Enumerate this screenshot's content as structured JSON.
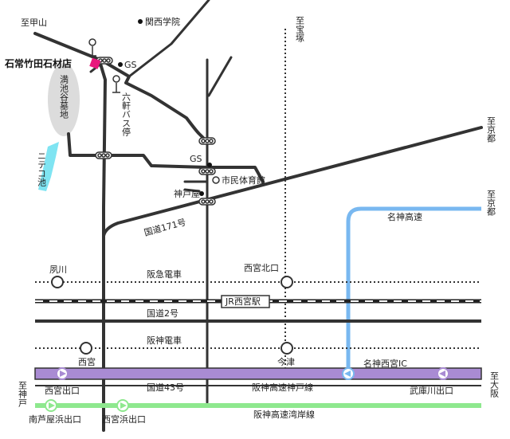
{
  "labels": {
    "to_koyasan": "至甲山",
    "kwansei": "関西学院",
    "to_takarazuka": "至宝塚",
    "shop": "石常竹田石材店",
    "gs1": "GS",
    "cemetery": "満池谷墓地",
    "rokken_bus": "六軒バス停",
    "niteko": "ニテコ池",
    "gs2": "GS",
    "gym": "市民体育館",
    "kobe_ya": "神戸屋",
    "route171": "国道171号",
    "to_kyoto1": "至京都",
    "to_kyoto2": "至京都",
    "meishin": "名神高速",
    "shukugawa": "夙川",
    "hankyu": "阪急電車",
    "nishinomiya_kitaguchi": "西宮北口",
    "jr_station": "JR西宮駅",
    "route2": "国道2号",
    "hanshin": "阪神電車",
    "nishinomiya": "西宮",
    "imazu": "今津",
    "meishin_ic": "名神西宮IC",
    "to_kobe": "至神戸",
    "to_osaka": "至大阪",
    "nishinomiya_exit": "西宮出口",
    "route43": "国道43号",
    "hanshin_kobe_line": "阪神高速神戸線",
    "mukogawa_exit": "武庫川出口",
    "ashiya_exit": "南芦屋浜出口",
    "nishinomiya_hama_exit": "西宮浜出口",
    "wangan_line": "阪神高速湾岸線"
  },
  "colors": {
    "road": "#333333",
    "expressway_kobe": "#a98bd3",
    "expressway_wangan": "#8ee88e",
    "meishin": "#79b8f0",
    "shop_marker": "#e8177c",
    "cemetery": "#dcdcdc",
    "pond": "#7fe4f2"
  }
}
